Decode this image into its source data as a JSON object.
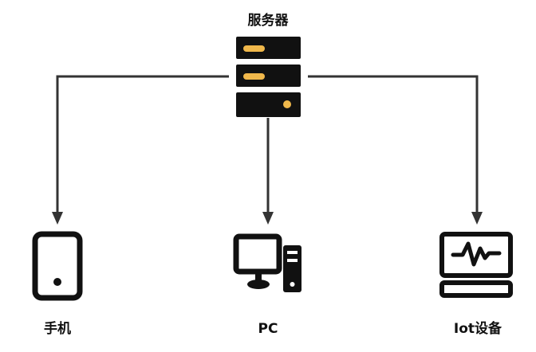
{
  "server": {
    "label": "服务器",
    "icon": "server-icon"
  },
  "clients": [
    {
      "label": "手机",
      "icon": "mobile-phone-icon"
    },
    {
      "label": "PC",
      "icon": "desktop-pc-icon"
    },
    {
      "label": "Iot设备",
      "icon": "iot-monitor-icon"
    }
  ],
  "colors": {
    "background": "#ffffff",
    "server_body": "#111111",
    "server_accent": "#f0b84b",
    "arrow": "#333333",
    "icon": "#111111",
    "text": "#111111"
  }
}
